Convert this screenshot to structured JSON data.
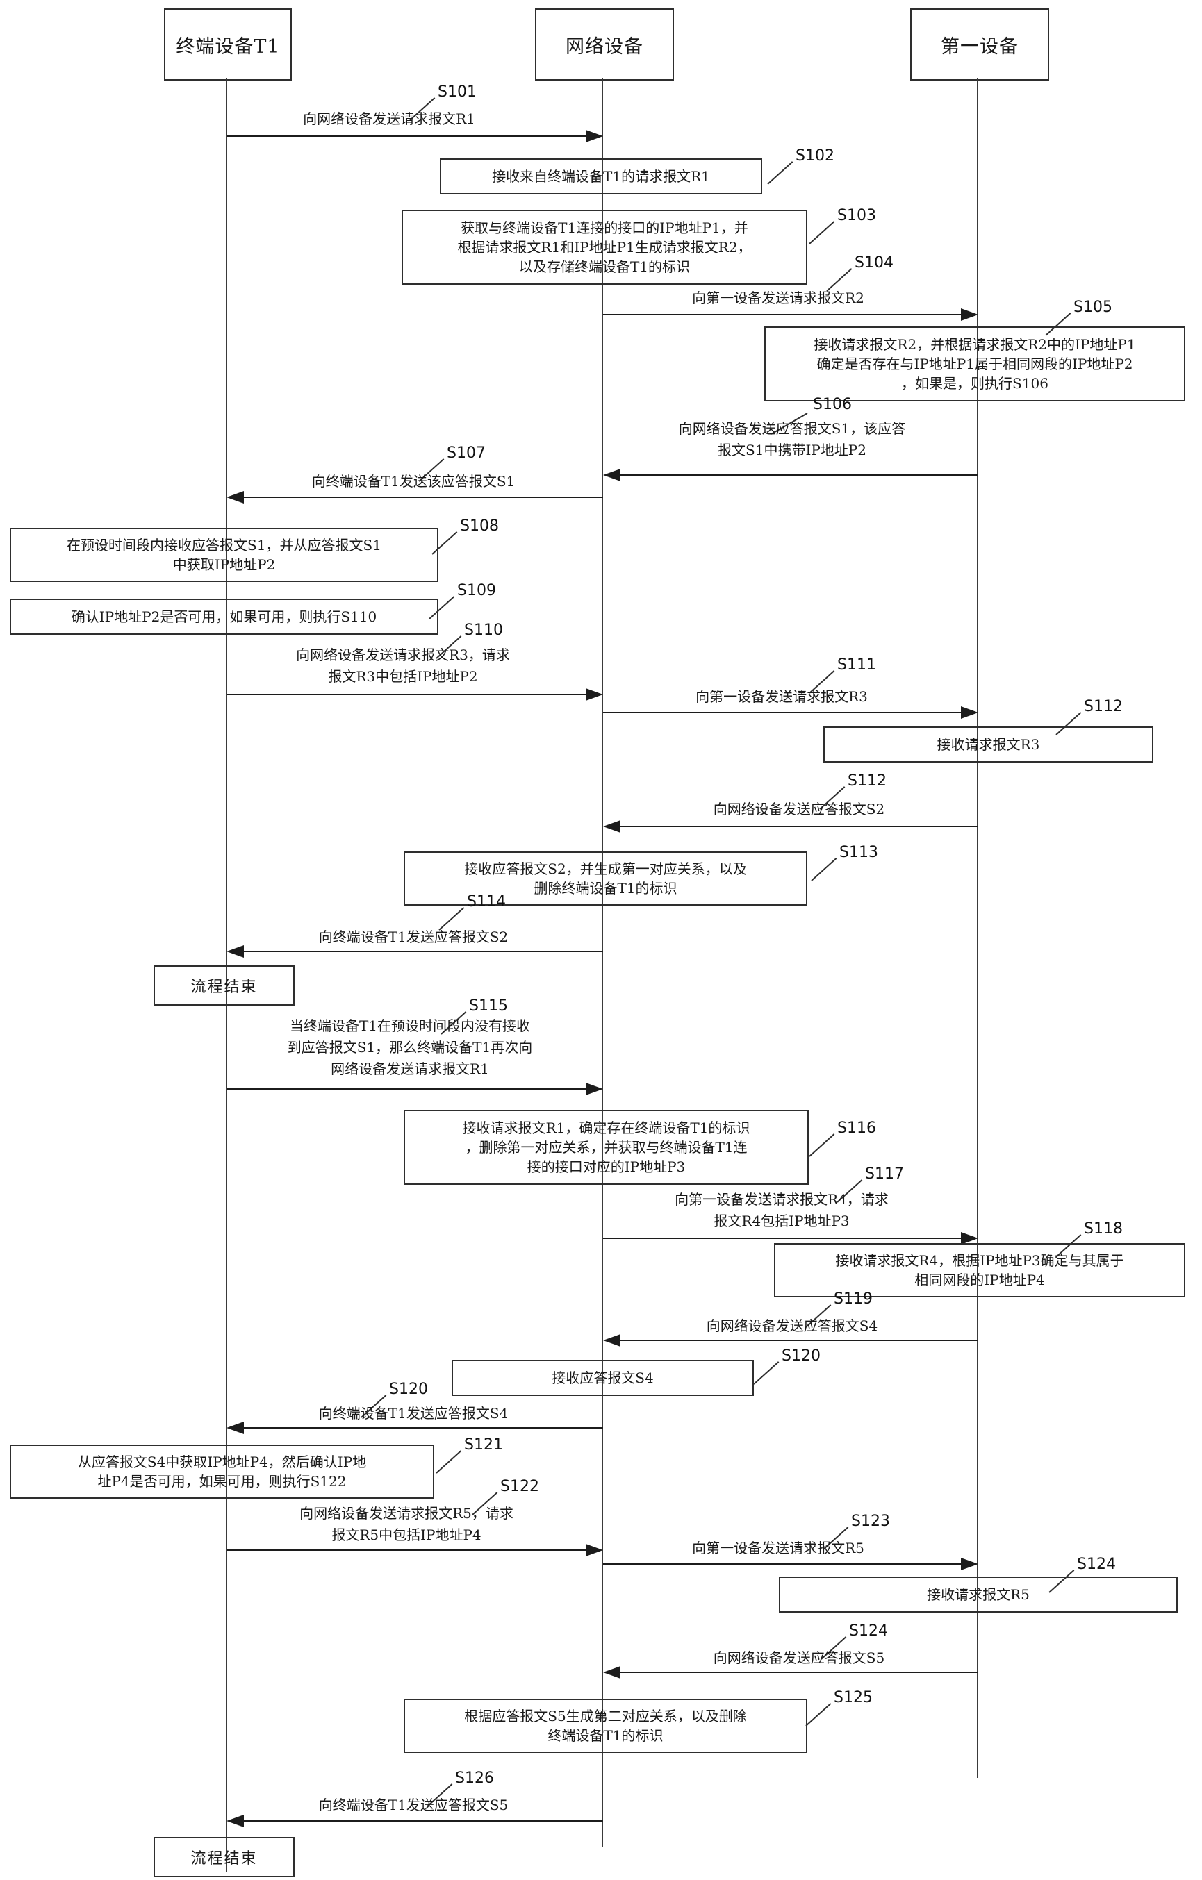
{
  "figure": {
    "type": "sequence-diagram",
    "background": "#ffffff",
    "ink_color": "#1a1a1a",
    "actors": [
      {
        "name": "终端设备T1"
      },
      {
        "name": "网络设备"
      },
      {
        "name": "第一设备"
      }
    ],
    "end_label": "流程结束",
    "steps": {
      "s101": {
        "code": "S101",
        "kind": "message",
        "from": "终端设备T1",
        "to": "网络设备",
        "text": "向网络设备发送请求报文R1"
      },
      "s102": {
        "code": "S102",
        "kind": "process",
        "on": "网络设备",
        "text": "接收来自终端设备T1的请求报文R1"
      },
      "s103": {
        "code": "S103",
        "kind": "process",
        "on": "网络设备",
        "text": "获取与终端设备T1连接的接口的IP地址P1，并\n根据请求报文R1和IP地址P1生成请求报文R2，\n以及存储终端设备T1的标识"
      },
      "s104": {
        "code": "S104",
        "kind": "message",
        "from": "网络设备",
        "to": "第一设备",
        "text": "向第一设备发送请求报文R2"
      },
      "s105": {
        "code": "S105",
        "kind": "process",
        "on": "第一设备",
        "text": "接收请求报文R2，并根据请求报文R2中的IP地址P1\n确定是否存在与IP地址P1属于相同网段的IP地址P2\n，如果是，则执行S106"
      },
      "s106": {
        "code": "S106",
        "kind": "message",
        "from": "第一设备",
        "to": "网络设备",
        "text": "向网络设备发送应答报文S1，该应答\n报文S1中携带IP地址P2"
      },
      "s107": {
        "code": "S107",
        "kind": "message",
        "from": "网络设备",
        "to": "终端设备T1",
        "text": "向终端设备T1发送该应答报文S1"
      },
      "s108": {
        "code": "S108",
        "kind": "process",
        "on": "终端设备T1",
        "text": "在预设时间段内接收应答报文S1，并从应答报文S1\n中获取IP地址P2"
      },
      "s109": {
        "code": "S109",
        "kind": "process",
        "on": "终端设备T1",
        "text": "确认IP地址P2是否可用，如果可用，则执行S110"
      },
      "s110": {
        "code": "S110",
        "kind": "message",
        "from": "终端设备T1",
        "to": "网络设备",
        "text": "向网络设备发送请求报文R3，请求\n报文R3中包括IP地址P2"
      },
      "s111": {
        "code": "S111",
        "kind": "message",
        "from": "网络设备",
        "to": "第一设备",
        "text": "向第一设备发送请求报文R3"
      },
      "s112_recv": {
        "code": "S112",
        "kind": "process",
        "on": "第一设备",
        "text": "接收请求报文R3"
      },
      "s112_send": {
        "code": "S112",
        "kind": "message",
        "from": "第一设备",
        "to": "网络设备",
        "text": "向网络设备发送应答报文S2"
      },
      "s113": {
        "code": "S113",
        "kind": "process",
        "on": "网络设备",
        "text": "接收应答报文S2，并生成第一对应关系，以及\n删除终端设备T1的标识"
      },
      "s114": {
        "code": "S114",
        "kind": "message",
        "from": "网络设备",
        "to": "终端设备T1",
        "text": "向终端设备T1发送应答报文S2"
      },
      "s115": {
        "code": "S115",
        "kind": "message",
        "from": "终端设备T1",
        "to": "网络设备",
        "text": "当终端设备T1在预设时间段内没有接收\n到应答报文S1，那么终端设备T1再次向\n网络设备发送请求报文R1"
      },
      "s116": {
        "code": "S116",
        "kind": "process",
        "on": "网络设备",
        "text": "接收请求报文R1，确定存在终端设备T1的标识\n，删除第一对应关系，并获取与终端设备T1连\n接的接口对应的IP地址P3"
      },
      "s117": {
        "code": "S117",
        "kind": "message",
        "from": "网络设备",
        "to": "第一设备",
        "text": "向第一设备发送请求报文R4，请求\n报文R4包括IP地址P3"
      },
      "s118": {
        "code": "S118",
        "kind": "process",
        "on": "第一设备",
        "text": "接收请求报文R4，根据IP地址P3确定与其属于\n相同网段的IP地址P4"
      },
      "s119": {
        "code": "S119",
        "kind": "message",
        "from": "第一设备",
        "to": "网络设备",
        "text": "向网络设备发送应答报文S4"
      },
      "s120_recv": {
        "code": "S120",
        "kind": "process",
        "on": "网络设备",
        "text": "接收应答报文S4"
      },
      "s120_send": {
        "code": "S120",
        "kind": "message",
        "from": "网络设备",
        "to": "终端设备T1",
        "text": "向终端设备T1发送应答报文S4"
      },
      "s121": {
        "code": "S121",
        "kind": "process",
        "on": "终端设备T1",
        "text": "从应答报文S4中获取IP地址P4，然后确认IP地\n址P4是否可用，如果可用，则执行S122"
      },
      "s122": {
        "code": "S122",
        "kind": "message",
        "from": "终端设备T1",
        "to": "网络设备",
        "text": "向网络设备发送请求报文R5，请求\n报文R5中包括IP地址P4"
      },
      "s123": {
        "code": "S123",
        "kind": "message",
        "from": "网络设备",
        "to": "第一设备",
        "text": "向第一设备发送请求报文R5"
      },
      "s124_recv": {
        "code": "S124",
        "kind": "process",
        "on": "第一设备",
        "text": "接收请求报文R5"
      },
      "s124_send": {
        "code": "S124",
        "kind": "message",
        "from": "第一设备",
        "to": "网络设备",
        "text": "向网络设备发送应答报文S5"
      },
      "s125": {
        "code": "S125",
        "kind": "process",
        "on": "网络设备",
        "text": "根据应答报文S5生成第二对应关系，以及删除\n终端设备T1的标识"
      },
      "s126": {
        "code": "S126",
        "kind": "message",
        "from": "网络设备",
        "to": "终端设备T1",
        "text": "向终端设备T1发送应答报文S5"
      }
    }
  }
}
